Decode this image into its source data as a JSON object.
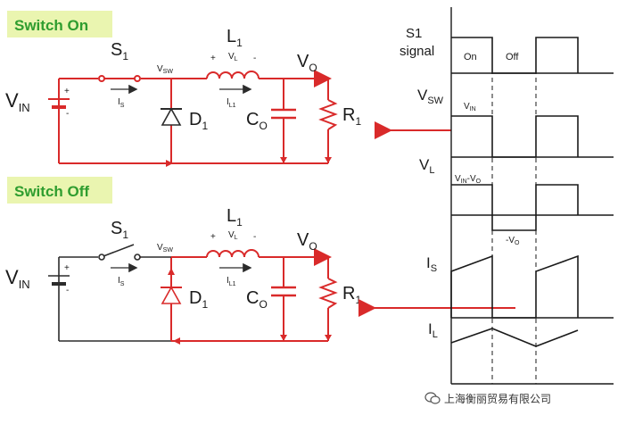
{
  "top": {
    "badge": "Switch On",
    "vin": "V",
    "vin_sub": "IN",
    "s1": "S",
    "s1_sub": "1",
    "is": "I",
    "is_sub": "S",
    "vsw": "V",
    "vsw_sub": "SW",
    "d1": "D",
    "d1_sub": "1",
    "l1": "L",
    "l1_sub": "1",
    "vl_plus": "+",
    "vl": "V",
    "vl_sub": "L",
    "vl_minus": "-",
    "il1": "I",
    "il1_sub": "L1",
    "co": "C",
    "co_sub": "O",
    "vo": "V",
    "vo_sub": "O",
    "r1": "R",
    "r1_sub": "1",
    "bat_plus": "+",
    "bat_minus": "-"
  },
  "bottom": {
    "badge": "Switch Off",
    "vin": "V",
    "vin_sub": "IN",
    "s1": "S",
    "s1_sub": "1",
    "is": "I",
    "is_sub": "S",
    "vsw": "V",
    "vsw_sub": "SW",
    "d1": "D",
    "d1_sub": "1",
    "l1": "L",
    "l1_sub": "1",
    "vl_plus": "+",
    "vl": "V",
    "vl_sub": "L",
    "vl_minus": "-",
    "il1": "I",
    "il1_sub": "L1",
    "co": "C",
    "co_sub": "O",
    "vo": "V",
    "vo_sub": "O",
    "r1": "R",
    "r1_sub": "1",
    "bat_plus": "+",
    "bat_minus": "-"
  },
  "waves": {
    "s1_title_1": "S1",
    "s1_title_2": "signal",
    "on": "On",
    "off": "Off",
    "vsw": "V",
    "vsw_sub": "SW",
    "vsw_level": "V",
    "vsw_level_sub": "IN",
    "vl": "V",
    "vl_sub": "L",
    "vl_pos": "V",
    "vl_pos_sub1": "IN",
    "vl_pos_mid": "-V",
    "vl_pos_sub2": "O",
    "vl_neg": "-V",
    "vl_neg_sub": "O",
    "is": "I",
    "is_sub": "S",
    "il": "I",
    "il_sub": "L"
  },
  "watermark": "上海衡丽贸易有限公司",
  "colors": {
    "circuit_red": "#d92a2a",
    "badge_green": "#2f9d2f",
    "badge_bg": "#eaf5b0"
  }
}
